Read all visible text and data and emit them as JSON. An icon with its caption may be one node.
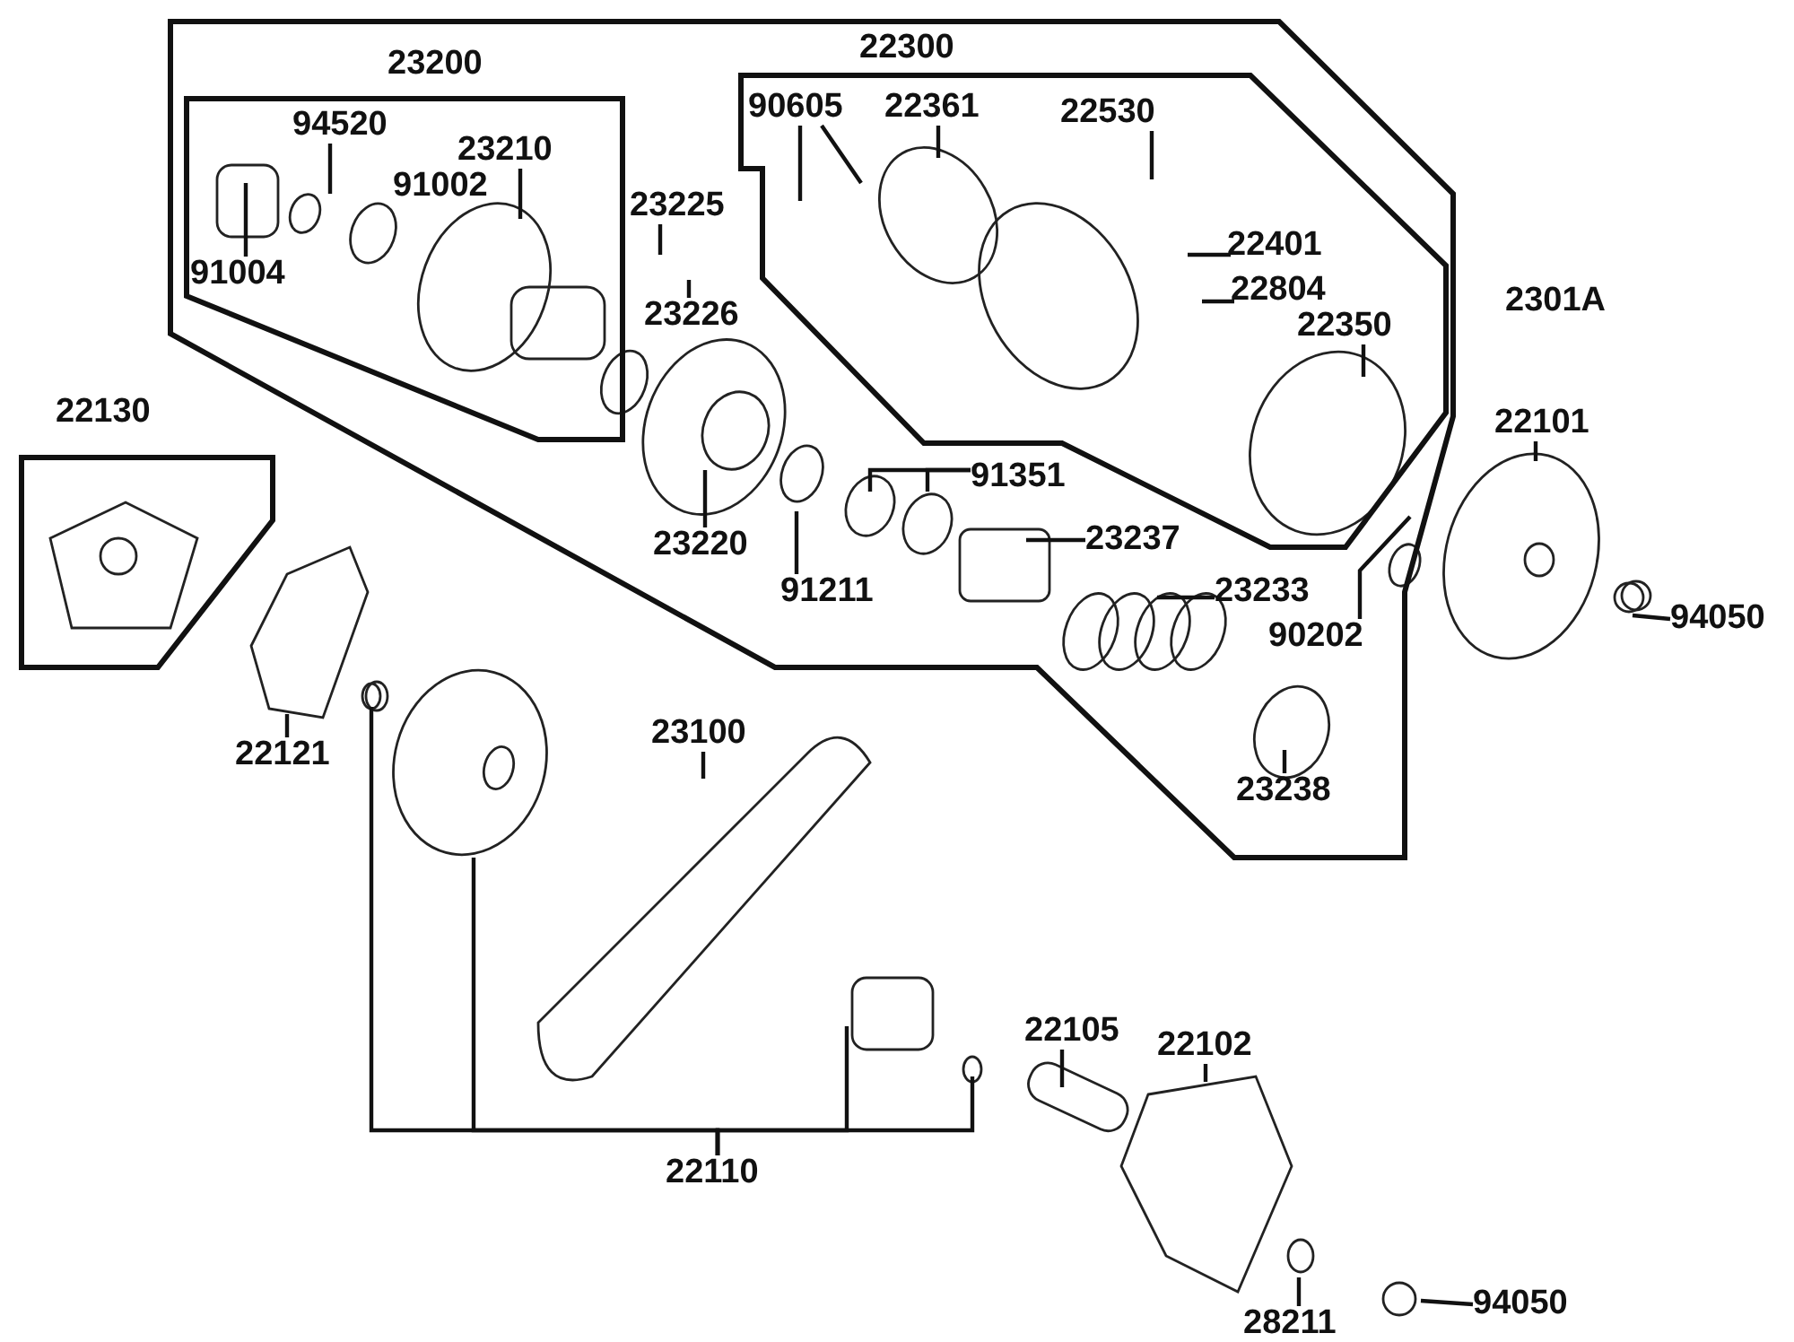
{
  "diagram": {
    "nodes": [
      {
        "text": [
          "2301A"
        ]
      },
      {
        "text": [
          "23200"
        ],
        "in": 0
      },
      {
        "text": [
          "94520"
        ],
        "in": 1
      },
      {
        "text": [
          "91002"
        ],
        "in": 1
      },
      {
        "text": [
          "23210"
        ],
        "in": 1
      },
      {
        "text": [
          "91004"
        ],
        "in": 1
      },
      {
        "text": [
          "23225"
        ],
        "in": 0
      },
      {
        "text": [
          "23226"
        ],
        "in": 0
      },
      {
        "text": [
          "22300"
        ],
        "in": 0
      },
      {
        "text": [
          "90605"
        ],
        "in": 8
      },
      {
        "text": [
          "22361"
        ],
        "in": 8
      },
      {
        "text": [
          "22530"
        ],
        "in": 8
      },
      {
        "text": [
          "22401"
        ],
        "in": 8
      },
      {
        "text": [
          "22804"
        ],
        "in": 8
      },
      {
        "text": [
          "22350"
        ],
        "in": 8
      },
      {
        "text": [
          "22130"
        ]
      },
      {
        "text": [
          "22101"
        ]
      },
      {
        "text": [
          "94050"
        ]
      },
      {
        "text": [
          "23220"
        ],
        "in": 0
      },
      {
        "text": [
          "91211"
        ],
        "in": 0
      },
      {
        "text": [
          "91351"
        ],
        "in": 0
      },
      {
        "text": [
          "23237"
        ],
        "in": 0
      },
      {
        "text": [
          "23233"
        ],
        "in": 0
      },
      {
        "text": [
          "90202"
        ],
        "in": 0
      },
      {
        "text": [
          "23238"
        ],
        "in": 0
      },
      {
        "text": [
          "22121"
        ]
      },
      {
        "text": [
          "23100"
        ]
      },
      {
        "text": [
          "22110"
        ]
      },
      {
        "text": [
          "22105"
        ]
      },
      {
        "text": [
          "22102"
        ]
      },
      {
        "text": [
          "28211"
        ]
      },
      {
        "text": [
          "94050"
        ]
      }
    ],
    "edges": [
      {
        "from": 2,
        "to": null,
        "arrow": "none"
      },
      {
        "from": 4,
        "to": null,
        "arrow": "none"
      },
      {
        "from": 5,
        "to": null,
        "arrow": "none"
      },
      {
        "from": 6,
        "to": null,
        "arrow": "none"
      },
      {
        "from": 7,
        "to": null,
        "arrow": "none"
      },
      {
        "from": 9,
        "to": null,
        "arrow": "none"
      },
      {
        "from": 9,
        "to": null,
        "arrow": "none"
      },
      {
        "from": 10,
        "to": null,
        "arrow": "none"
      },
      {
        "from": 11,
        "to": null,
        "arrow": "none"
      },
      {
        "from": 12,
        "to": null,
        "arrow": "none"
      },
      {
        "from": 13,
        "to": null,
        "arrow": "none"
      },
      {
        "from": 14,
        "to": null,
        "arrow": "none"
      },
      {
        "from": 16,
        "to": null,
        "arrow": "none"
      },
      {
        "from": 17,
        "to": null,
        "arrow": "none"
      },
      {
        "from": 18,
        "to": null,
        "arrow": "none"
      },
      {
        "from": 19,
        "to": null,
        "arrow": "none"
      },
      {
        "from": 20,
        "to": null,
        "arrow": "none"
      },
      {
        "from": 20,
        "to": null,
        "arrow": "none"
      },
      {
        "from": 21,
        "to": null,
        "arrow": "none"
      },
      {
        "from": 22,
        "to": null,
        "arrow": "none"
      },
      {
        "from": 23,
        "to": null,
        "arrow": "none"
      },
      {
        "from": 24,
        "to": null,
        "arrow": "none"
      },
      {
        "from": 25,
        "to": null,
        "arrow": "none"
      },
      {
        "from": 26,
        "to": null,
        "arrow": "none"
      },
      {
        "from": 27,
        "to": null,
        "arrow": "none"
      },
      {
        "from": 27,
        "to": null,
        "arrow": "none"
      },
      {
        "from": 27,
        "to": null,
        "arrow": "none"
      },
      {
        "from": 27,
        "to": null,
        "arrow": "none"
      },
      {
        "from": 28,
        "to": null,
        "arrow": "none"
      },
      {
        "from": 29,
        "to": null,
        "arrow": "none"
      },
      {
        "from": 30,
        "to": null,
        "arrow": "none"
      },
      {
        "from": 31,
        "to": null,
        "arrow": "none"
      }
    ]
  }
}
